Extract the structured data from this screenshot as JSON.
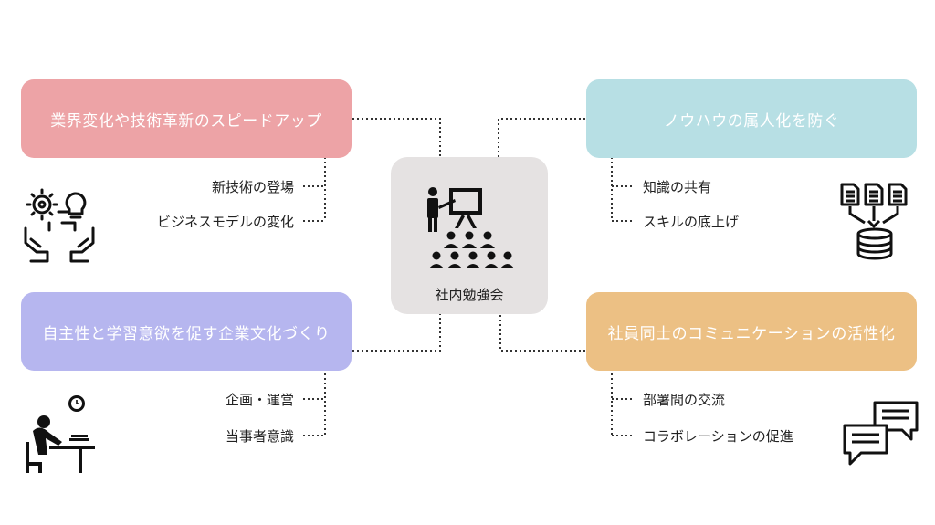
{
  "center": {
    "label": "社内勉強会",
    "icon": "presentation-audience-icon"
  },
  "topics": [
    {
      "title": "業界変化や技術革新のスピードアップ",
      "color": "#eda3a6",
      "items": [
        "新技術の登場",
        "ビジネスモデルの変化"
      ],
      "icon": "innovation-hands-icon"
    },
    {
      "title": "ノウハウの属人化を防ぐ",
      "color": "#b7dfe4",
      "items": [
        "知識の共有",
        "スキルの底上げ"
      ],
      "icon": "database-documents-icon"
    },
    {
      "title": "自主性と学習意欲を促す企業文化づくり",
      "color": "#b6b6ef",
      "items": [
        "企画・運営",
        "当事者意識"
      ],
      "icon": "person-studying-icon"
    },
    {
      "title": "社員同士のコミュニケーションの活性化",
      "color": "#ecc084",
      "items": [
        "部署間の交流",
        "コラボレーションの促進"
      ],
      "icon": "chat-bubbles-icon"
    }
  ]
}
